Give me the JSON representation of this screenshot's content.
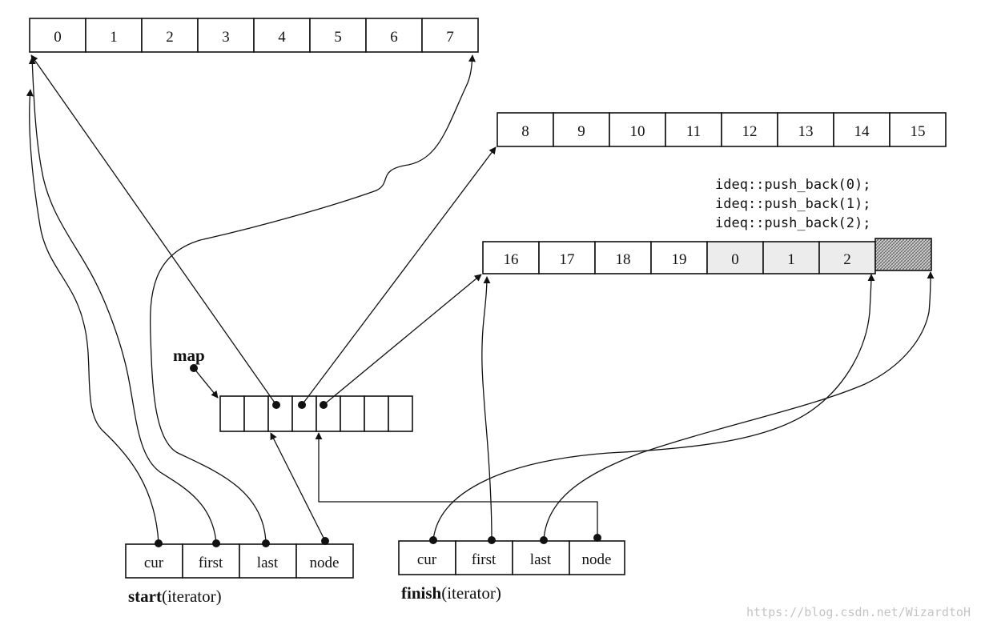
{
  "buffers": {
    "buffer_a": [
      "0",
      "1",
      "2",
      "3",
      "4",
      "5",
      "6",
      "7"
    ],
    "buffer_b": [
      "8",
      "9",
      "10",
      "11",
      "12",
      "13",
      "14",
      "15"
    ],
    "buffer_c": [
      "16",
      "17",
      "18",
      "19",
      "0",
      "1",
      "2",
      ""
    ]
  },
  "code": [
    "ideq::push_back(0);",
    "ideq::push_back(1);",
    "ideq::push_back(2);"
  ],
  "map_label": "map",
  "start_iterator": {
    "fields": [
      "cur",
      "first",
      "last",
      "node"
    ],
    "name": "start",
    "suffix": "(iterator)"
  },
  "finish_iterator": {
    "fields": [
      "cur",
      "first",
      "last",
      "node"
    ],
    "name": "finish",
    "suffix": "(iterator)"
  },
  "watermark": "https://blog.csdn.net/WizardtoH",
  "colors": {
    "ink": "#111111",
    "pushed_cell": "#ececec",
    "end_cell": "#bdbdbd"
  }
}
